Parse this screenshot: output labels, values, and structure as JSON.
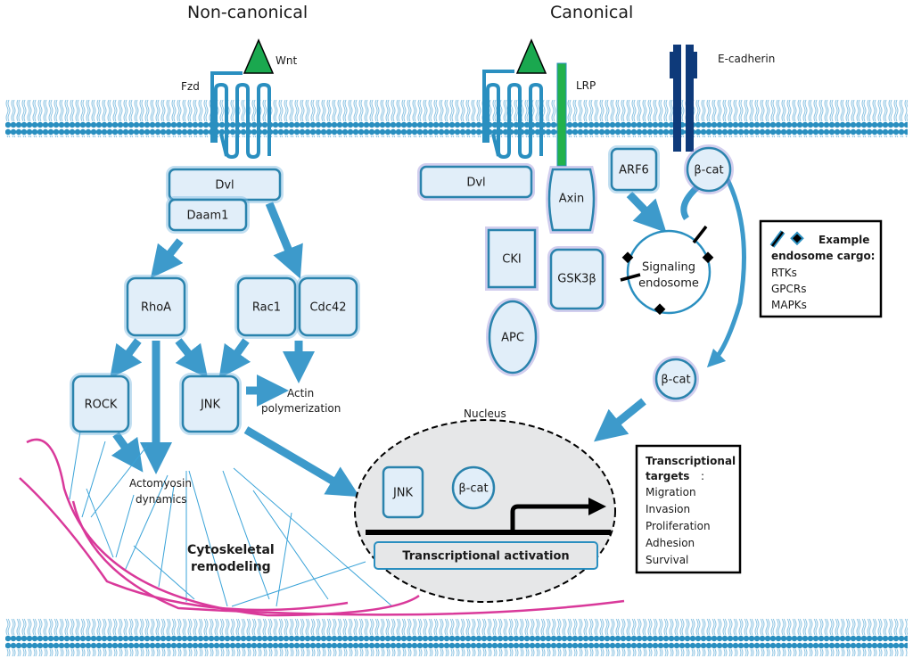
{
  "titles": {
    "noncanonical": "Non-canonical",
    "canonical": "Canonical"
  },
  "receptors": {
    "wnt": "Wnt",
    "fzd": "Fzd",
    "lrp": "LRP",
    "ecadherin": "E-cadherin"
  },
  "noncanonical_nodes": {
    "dvl": "Dvl",
    "daam1": "Daam1",
    "rhoa": "RhoA",
    "rac1": "Rac1",
    "cdc42": "Cdc42",
    "rock": "ROCK",
    "jnk": "JNK"
  },
  "outcomes": {
    "actin_polymerization_1": "Actin",
    "actin_polymerization_2": "polymerization",
    "actomyosin_1": "Actomyosin",
    "actomyosin_2": "dynamics",
    "cytoskeletal_1": "Cytoskeletal",
    "cytoskeletal_2": "remodeling"
  },
  "canonical_nodes": {
    "dvl": "Dvl",
    "axin": "Axin",
    "cki": "CKI",
    "gsk3b": "GSK3β",
    "apc": "APC",
    "arf6": "ARF6",
    "bcat_membrane": "β-cat",
    "bcat_cytoplasm": "β-cat",
    "endosome_1": "Signaling",
    "endosome_2": "endosome"
  },
  "nucleus": {
    "label": "Nucleus",
    "jnk": "JNK",
    "bcat": "β-cat",
    "activation": "Transcriptional activation"
  },
  "legend_cargo": {
    "title_1": "Example",
    "title_2": "endosome cargo:",
    "items": [
      "RTKs",
      "GPCRs",
      "MAPKs"
    ]
  },
  "legend_targets": {
    "title_1": "Transcriptional",
    "title_2": "targets",
    "items": [
      "Migration",
      "Invasion",
      "Proliferation",
      "Adhesion",
      "Survival"
    ]
  },
  "colors": {
    "membrane": "#2a8fc0",
    "node_fill": "#e1eef9",
    "node_stroke": "#2a83ad",
    "arrow": "#3d9acb",
    "wnt": "#1aa84f",
    "lrp": "#22b14c",
    "ecadherin": "#0e3a7a",
    "actin": "#d9399a",
    "nucleus_fill": "#e6e7e8"
  }
}
